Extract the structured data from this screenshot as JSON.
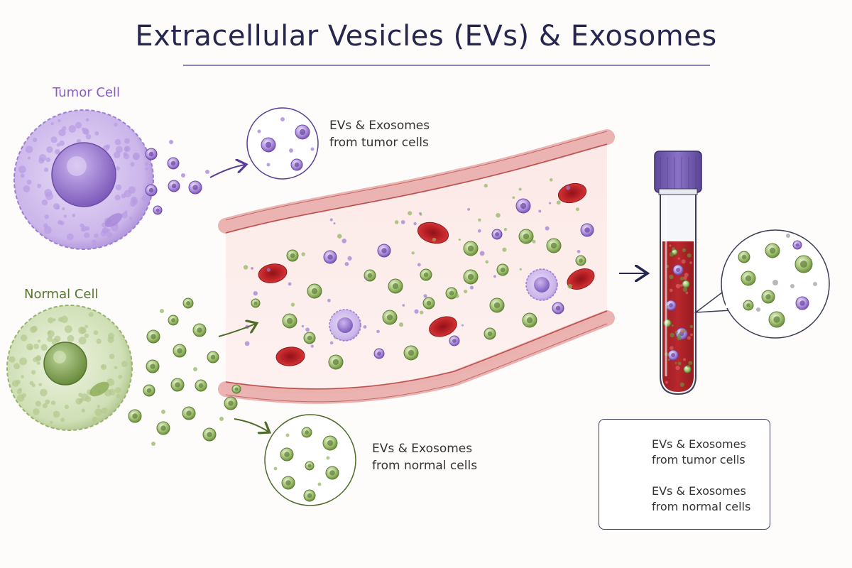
{
  "title": "Extracellular Vesicles (EVs) & Exosomes",
  "tumor_cell": {
    "label": "Tumor Cell",
    "color": "#8a5cc2"
  },
  "normal_cell": {
    "label": "Normal Cell",
    "color": "#55752e"
  },
  "callout_tumor": {
    "line1": "EVs & Exosomes",
    "line2": "from tumor cells"
  },
  "callout_normal": {
    "line1": "EVs & Exosomes",
    "line2": "from normal cells"
  },
  "legend": {
    "tumor": {
      "line1": "EVs & Exosomes",
      "line2": "from tumor cells"
    },
    "normal": {
      "line1": "EVs & Exosomes",
      "line2": "from normal cells"
    }
  },
  "colors": {
    "title": "#26264f",
    "tumor_ev": "#9d7ad4",
    "normal_ev": "#8fb35a",
    "red_cell": "#c9262a",
    "vessel_wall": "#e7a9a6",
    "tube_cap": "#7b63b8",
    "blood": "#b3262b"
  }
}
